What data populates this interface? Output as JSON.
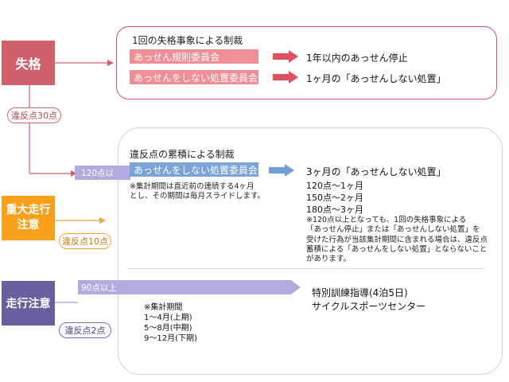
{
  "categories": {
    "shikkaku": "失格",
    "juudai_line1": "重大走行",
    "juudai_line2": "注意",
    "soukou": "走行注意"
  },
  "points": {
    "red": "違反点30点",
    "orange": "違反点10点",
    "purple": "違反点2点"
  },
  "top_box": {
    "title": "1回の失格事象による制裁",
    "row1_tag": "あっせん規則委員会",
    "row1_result": "1年以内のあっせん停止",
    "row2_tag": "あっせんをしない処置委員会",
    "row2_result": "1ヶ月の「あっせんしない処置」"
  },
  "main_box": {
    "threshold_120": "120点以",
    "title": "違反点の累積による制裁",
    "tag": "あっせんをしない処置委員会",
    "result": "3ヶ月の「あっせんしない処置」",
    "note_left": [
      "※集計期間は直近前の連続する4ヶ月",
      "とし、その期間は毎月スライドします。"
    ],
    "ranges": [
      "120点～1ヶ月",
      "150点～2ヶ月",
      "180点～3ヶ月"
    ],
    "note_right": [
      "※120点以上となっても、1回の失格事象による",
      "「あっせん停止」または「あっせんしない処置」を",
      "受けた行為が当該集計期間に含まれる場合は、違反点",
      "蓄積による「あっせんをしない処置」とならないこと",
      "があります。"
    ],
    "threshold_90": "90点以上",
    "training_line1": "特別訓練指導(4泊5日)",
    "training_line2": "サイクルスポーツセンター",
    "period_title": "※集計期間",
    "periods": [
      "1～4月(上期)",
      "5～8月(中期)",
      "9～12月(下期)"
    ]
  },
  "colors": {
    "red": "#d0606b",
    "orange": "#f7a01c",
    "purple": "#6b5e9e",
    "pink_tag": "#ee8e96",
    "blue_tag": "#7ba3d6",
    "lavender": "#a79fd6"
  }
}
